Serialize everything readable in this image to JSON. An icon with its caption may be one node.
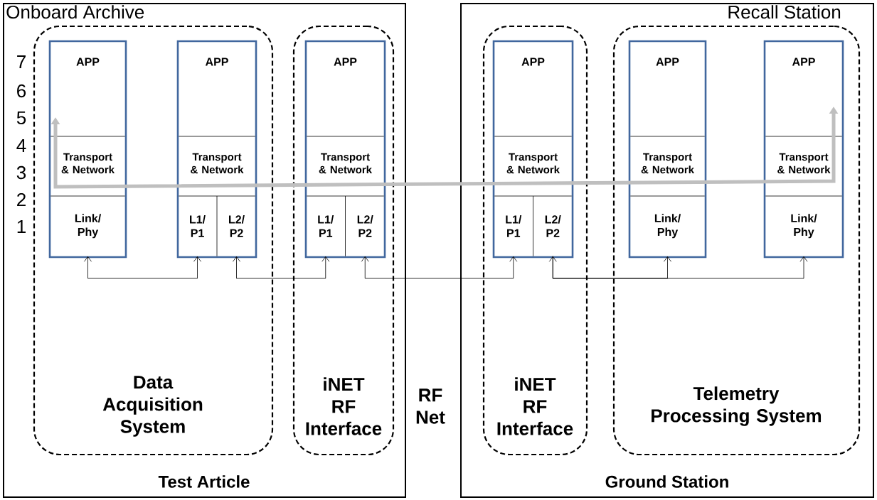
{
  "diagram": {
    "nodes": [
      {
        "text": [
          "Onboard Archive",
          "Test Article"
        ]
      },
      {
        "text": [
          "Data Acquisition System"
        ],
        "in": 0
      },
      {
        "text": [
          "APP",
          "Transport & Network"
        ],
        "in": 1
      },
      {
        "text": [
          "Link/ Phy"
        ],
        "in": 2
      },
      {
        "text": [
          "APP",
          "Transport & Network"
        ],
        "in": 1
      },
      {
        "text": [
          "L1/ P1"
        ],
        "in": 4
      },
      {
        "text": [
          "L2/ P2"
        ],
        "in": 4
      },
      {
        "text": [
          "iNET RF Interface"
        ],
        "in": 0
      },
      {
        "text": [
          "APP",
          "Transport & Network"
        ],
        "in": 7
      },
      {
        "text": [
          "L1/ P1"
        ],
        "in": 8
      },
      {
        "text": [
          "L2/ P2"
        ],
        "in": 8
      },
      {
        "text": [
          "Recall Station",
          "Ground Station"
        ]
      },
      {
        "text": [
          "iNET RF Interface"
        ],
        "in": 11
      },
      {
        "text": [
          "APP",
          "Transport & Network"
        ],
        "in": 12
      },
      {
        "text": [
          "L1/ P1"
        ],
        "in": 13
      },
      {
        "text": [
          "L2/ P2"
        ],
        "in": 13
      },
      {
        "text": [
          "Telemetry Processing System"
        ],
        "in": 11
      },
      {
        "text": [
          "APP",
          "Transport & Network"
        ],
        "in": 16
      },
      {
        "text": [
          "Link/ Phy"
        ],
        "in": 17
      },
      {
        "text": [
          "APP",
          "Transport & Network"
        ],
        "in": 16
      },
      {
        "text": [
          "Link/ Phy"
        ],
        "in": 19
      }
    ],
    "edges": [
      {
        "from": 3,
        "to": 5,
        "arrow": "both"
      },
      {
        "from": 6,
        "to": 9,
        "arrow": "both"
      },
      {
        "from": 10,
        "to": 14,
        "arrow": "both"
      },
      {
        "from": 15,
        "to": 18,
        "arrow": "both"
      },
      {
        "from": 15,
        "to": 20,
        "arrow": "to"
      },
      {
        "from": 2,
        "to": 19,
        "arrow": "both",
        "style": "thick",
        "color": "#bfbfbf"
      }
    ],
    "labels": [
      "7",
      "6",
      "5",
      "4",
      "3",
      "2",
      "1",
      "RF Net"
    ]
  }
}
